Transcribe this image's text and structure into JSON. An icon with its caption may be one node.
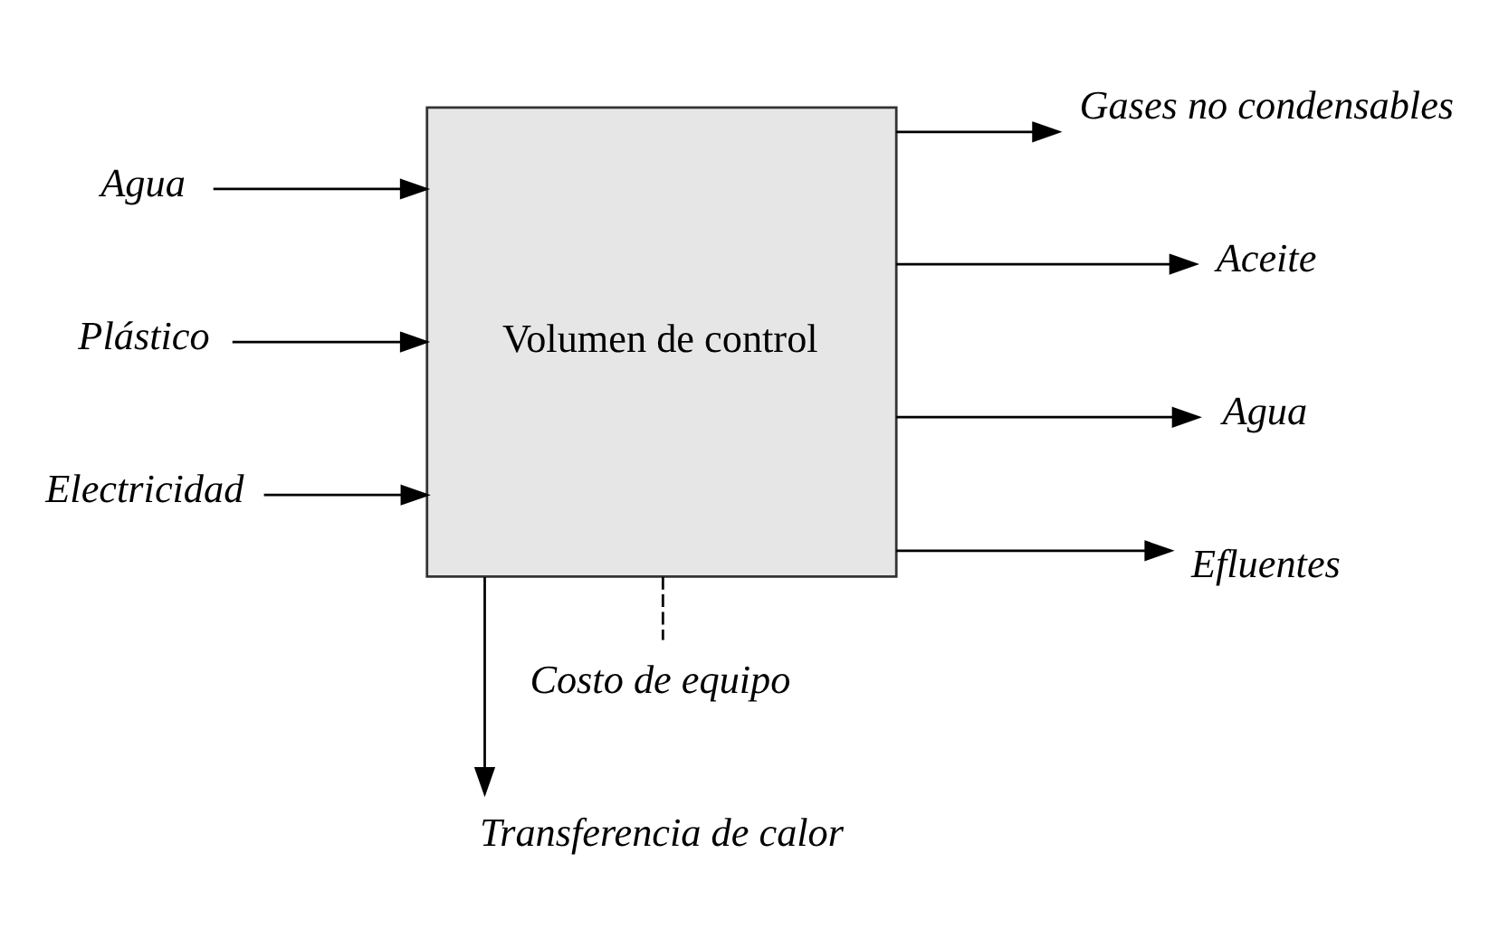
{
  "diagram": {
    "nodes": [
      {
        "text": [
          "Volumen de control"
        ]
      },
      {
        "text": [
          "Transferencia de calor"
        ]
      },
      {
        "text": [
          "Agua"
        ]
      },
      {
        "text": [
          "Plástico"
        ]
      },
      {
        "text": [
          "Electricidad"
        ]
      },
      {
        "text": [
          "Gases no condensables"
        ]
      },
      {
        "text": [
          "Aceite"
        ]
      },
      {
        "text": [
          "Agua"
        ]
      },
      {
        "text": [
          "Efluentes"
        ]
      },
      {
        "text": [
          "Costo de equipo"
        ]
      }
    ],
    "edges": [
      {
        "from": 0,
        "to": 1,
        "arrow": "to"
      },
      {
        "from": 2,
        "to": 0,
        "arrow": "to"
      },
      {
        "from": 3,
        "to": 0,
        "arrow": "to"
      },
      {
        "from": 4,
        "to": 0,
        "arrow": "to"
      },
      {
        "from": 0,
        "to": 5,
        "arrow": "to"
      },
      {
        "from": 0,
        "to": 6,
        "arrow": "to"
      },
      {
        "from": 0,
        "to": 7,
        "arrow": "to"
      },
      {
        "from": 0,
        "to": 8,
        "arrow": "to"
      },
      {
        "from": 0,
        "to": 9,
        "arrow": "none",
        "style": "dashed"
      }
    ]
  }
}
